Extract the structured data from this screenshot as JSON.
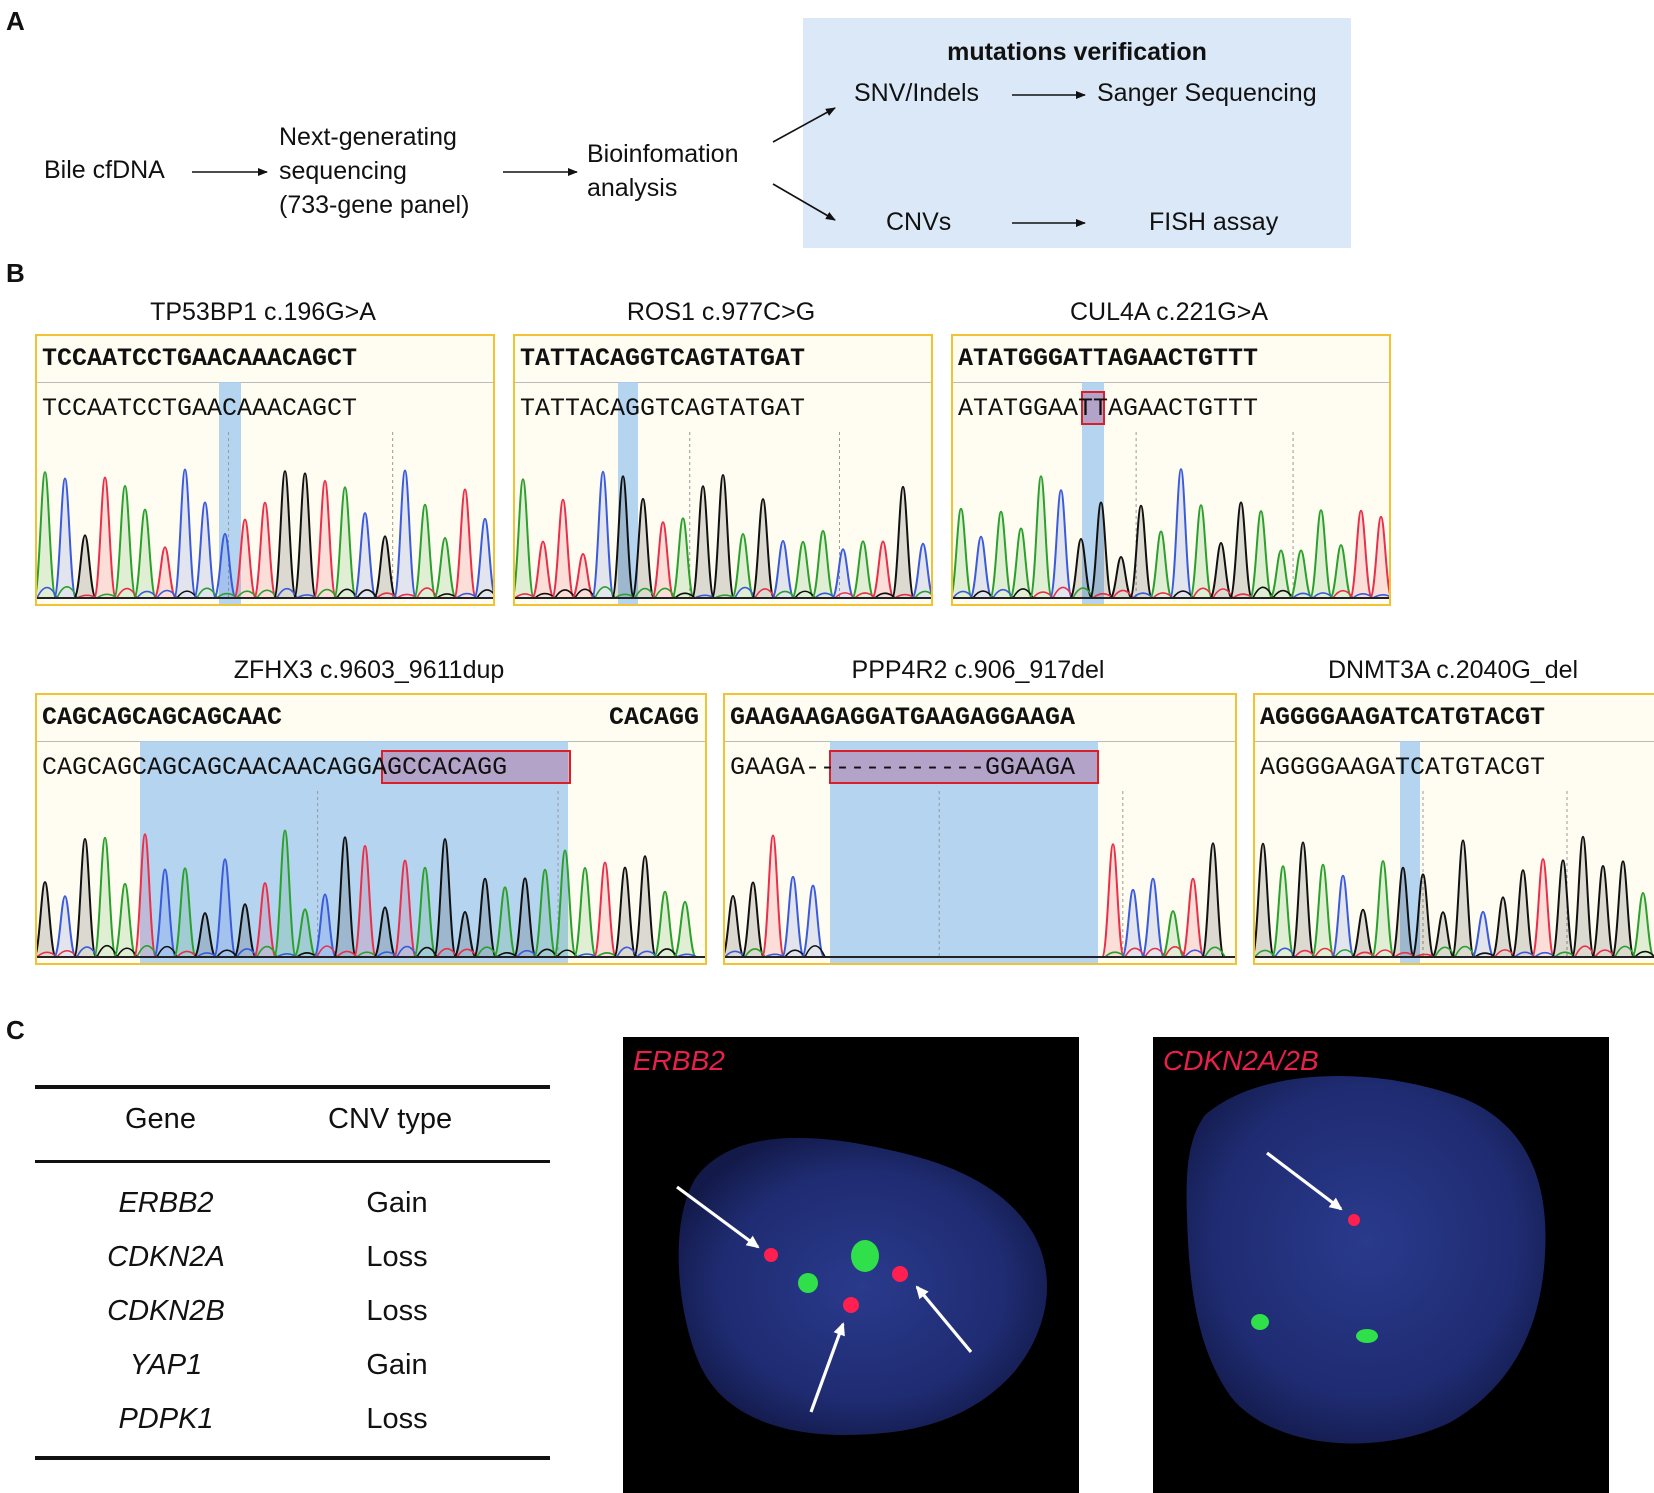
{
  "panels": {
    "a": "A",
    "b": "B",
    "c": "C"
  },
  "flow": {
    "input": "Bile cfDNA",
    "ngs_line1": "Next-generating",
    "ngs_line2": "sequencing",
    "ngs_line3": "(733-gene panel)",
    "bio_line1": "Bioinfomation",
    "bio_line2": "analysis",
    "verification_title": "mutations verification",
    "snv": "SNV/Indels",
    "sanger": "Sanger Sequencing",
    "cnv": "CNVs",
    "fish": "FISH assay"
  },
  "sanger": [
    {
      "title": "TP53BP1 c.196G>A",
      "reference": "TCCAATCCTGAACAAACAGCT",
      "called": "TCCAATCCTGAACAAACAGCT"
    },
    {
      "title": "ROS1 c.977C>G",
      "reference": "TATTACAGGTCAGTATGAT",
      "called": "TATTACAGGTCAGTATGAT"
    },
    {
      "title": "CUL4A c.221G>A",
      "reference": "ATATGGGATTAGAACTGTTT",
      "called": "ATATGGAATTAGAACTGTTT"
    },
    {
      "title": "ZFHX3 c.9603_9611dup",
      "reference_left": "CAGCAGCAGCAGCAAC",
      "reference_right": "CACAGG",
      "called": "CAGCAGCAGCAGCAACAACAGGAGCCACAGG"
    },
    {
      "title": "PPP4R2 c.906_917del",
      "reference": "GAAGAAGAGGATGAAGAGGAAGA",
      "called": "GAAGA------------GGAAGA"
    },
    {
      "title": "DNMT3A c.2040G_del",
      "reference": "AGGGGAAGATCATGTACGT",
      "called": "AGGGGAAGATCATGTACGT"
    }
  ],
  "cnv_table": {
    "headers": [
      "Gene",
      "CNV type"
    ],
    "rows": [
      {
        "gene": "ERBB2",
        "type": "Gain"
      },
      {
        "gene": "CDKN2A",
        "type": "Loss"
      },
      {
        "gene": "CDKN2B",
        "type": "Loss"
      },
      {
        "gene": "YAP1",
        "type": "Gain"
      },
      {
        "gene": "PDPK1",
        "type": "Loss"
      }
    ]
  },
  "fish_images": [
    {
      "label": "ERBB2"
    },
    {
      "label": "CDKN2A/2B"
    }
  ],
  "colors": {
    "trace_A": "#2ca02c",
    "trace_C": "#3b5bdb",
    "trace_G": "#111111",
    "trace_T": "#e8304a",
    "highlight": "#a8cdf0",
    "panel_border": "#f2c235",
    "verification_bg": "#dbe8f7",
    "fish_red": "#ff1f50",
    "fish_green": "#2fe04a",
    "nucleus": "#1e2b6e"
  }
}
